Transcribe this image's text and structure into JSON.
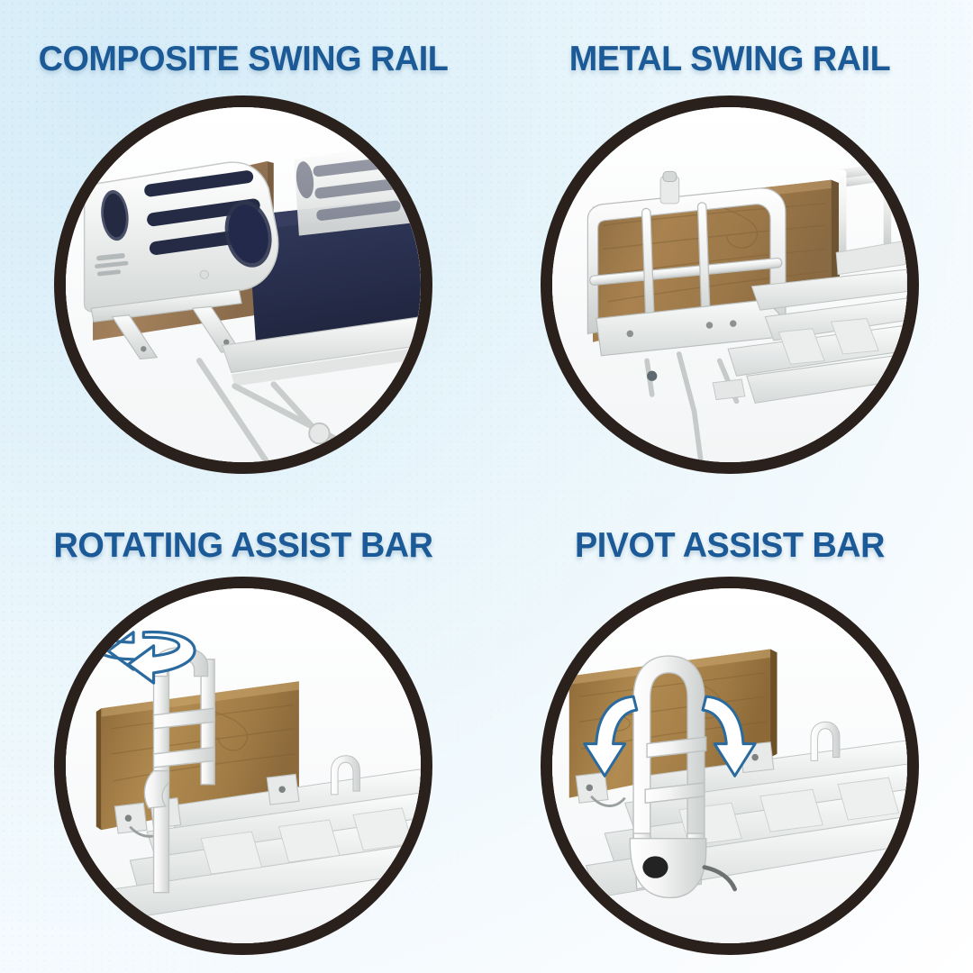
{
  "page": {
    "layout": "2x2-grid",
    "background_gradient_from": "#d5ecf8",
    "background_gradient_to": "#ffffff",
    "title_color": "#1b5a96",
    "circle_border_color": "#2b211c",
    "arrow_outline_color": "#2a6a9e",
    "arrow_fill_color": "#ffffff"
  },
  "panels": [
    {
      "id": "composite-swing-rail",
      "title": "COMPOSITE SWING RAIL",
      "position": "top-left",
      "photo": {
        "subject": "hospital bed composite plastic swing rail",
        "colors": {
          "rail": "#eef0ef",
          "rail_shadow": "#c3c7c6",
          "headboard_wood": "#9c7d5d",
          "mattress_navy": "#2a3150",
          "frame": "#e6e8e7"
        },
        "has_motion_arrow": false
      }
    },
    {
      "id": "metal-swing-rail",
      "title": "METAL SWING RAIL",
      "position": "top-right",
      "photo": {
        "subject": "hospital bed tubular metal swing rail",
        "colors": {
          "rail": "#f0f1f0",
          "rail_shadow": "#c0c4c3",
          "headboard_wood": "#a07c4f",
          "frame": "#e8eae9"
        },
        "has_motion_arrow": false
      }
    },
    {
      "id": "rotating-assist-bar",
      "title": "ROTATING ASSIST BAR",
      "position": "bottom-left",
      "photo": {
        "subject": "hospital bed rotating assist bar on deck frame",
        "colors": {
          "bar": "#f2f3f2",
          "headboard_wood": "#ab8049",
          "frame": "#edeeed"
        },
        "has_motion_arrow": true,
        "motion_arrow_type": "rotation-loop"
      }
    },
    {
      "id": "pivot-assist-bar",
      "title": "PIVOT ASSIST BAR",
      "position": "bottom-right",
      "photo": {
        "subject": "hospital bed pivot assist bar on deck frame",
        "colors": {
          "bar": "#f2f3f2",
          "headboard_wood": "#ab8049",
          "frame": "#edeeed"
        },
        "has_motion_arrow": true,
        "motion_arrow_type": "double-pivot-down"
      }
    }
  ]
}
